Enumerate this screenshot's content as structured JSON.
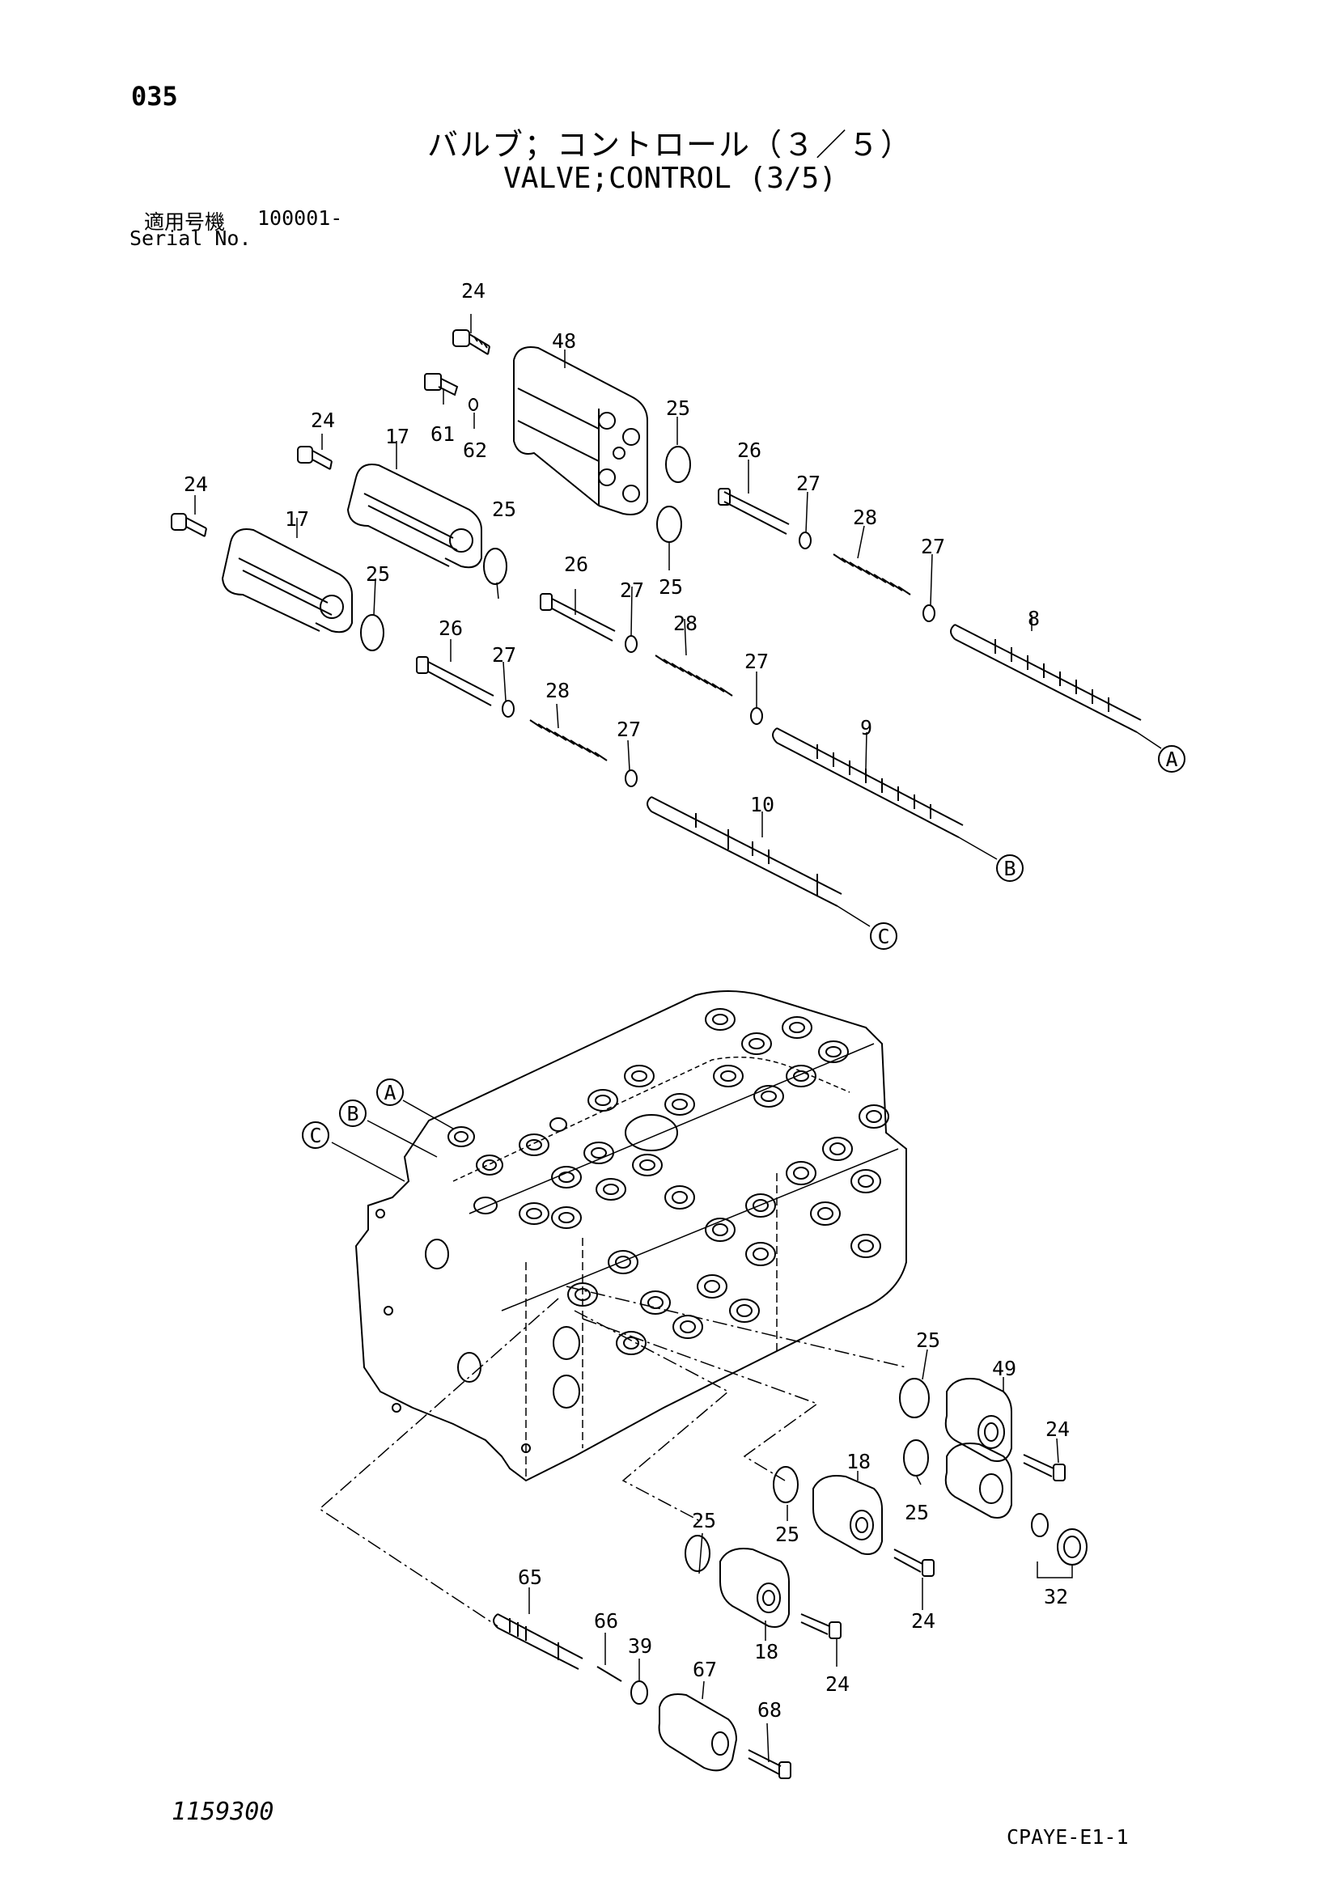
{
  "header": {
    "page_number": "035",
    "title_jp": "バルブ；コントロール（３／５）",
    "title_en": "VALVE;CONTROL (3/5)",
    "serial_label_jp": "適用号機",
    "serial_label_en": "Serial No.",
    "serial_value": "100001-"
  },
  "footer": {
    "drawing_number": "1159300",
    "catalog_code": "CPAYE-E1-1"
  },
  "callouts": {
    "c24a": "24",
    "c48": "48",
    "c61": "61",
    "c62": "62",
    "c24b": "24",
    "c17a": "17",
    "c24c": "24",
    "c17b": "17",
    "c25a": "25",
    "c25b": "25",
    "c25c": "25",
    "c25d": "25",
    "c26a": "26",
    "c27a": "27",
    "c28a": "28",
    "c27b": "27",
    "c8": "8",
    "c26b": "26",
    "c27c": "27",
    "c28b": "28",
    "c27d": "27",
    "c9": "9",
    "c26c": "26",
    "c27e": "27",
    "c28c": "28",
    "c27f": "27",
    "c10": "10",
    "c25e": "25",
    "c49": "49",
    "c24d": "24",
    "c25f": "25",
    "c32": "32",
    "c18a": "18",
    "c25g": "25",
    "c24e": "24",
    "c25h": "25",
    "c18b": "18",
    "c24f": "24",
    "c65": "65",
    "c66": "66",
    "c39": "39",
    "c67": "67",
    "c68": "68"
  },
  "refs": {
    "A_top": "A",
    "B_top": "B",
    "C_top": "C",
    "A_body": "A",
    "B_body": "B",
    "C_body": "C"
  }
}
